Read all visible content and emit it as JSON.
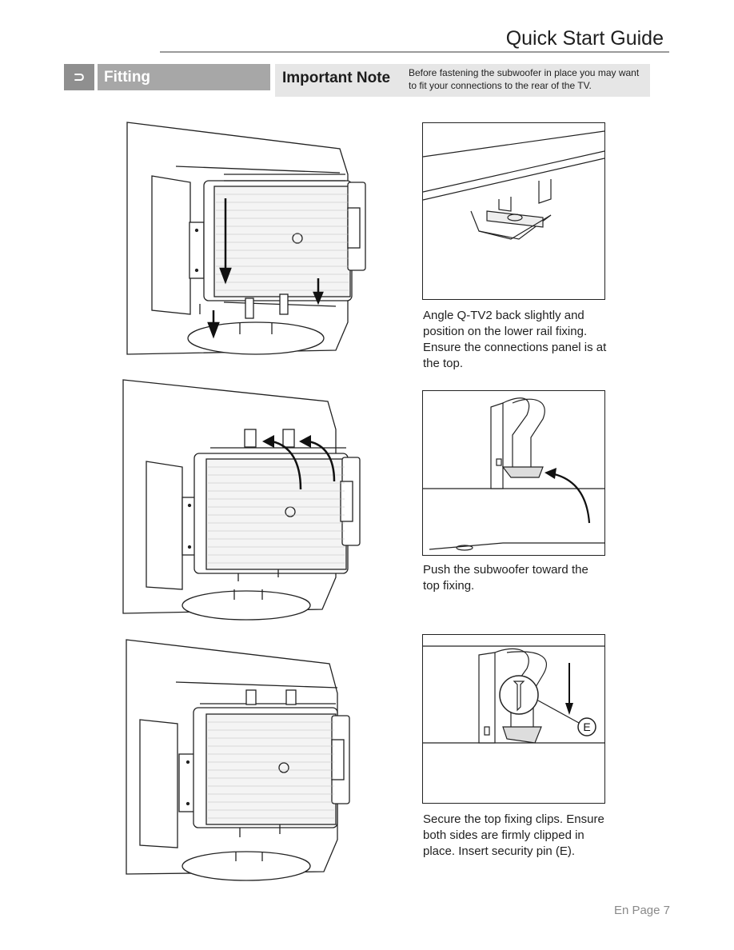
{
  "header": {
    "title": "Quick Start Guide"
  },
  "section": {
    "icon": "arrow-icon",
    "icon_glyph": "⊃",
    "label": "Fitting"
  },
  "note": {
    "title": "Important Note",
    "text": "Before fastening the subwoofer in place you may want to fit your connections to the rear of the TV."
  },
  "steps": [
    {
      "text": "Angle Q-TV2 back slightly and position on the lower rail fixing. Ensure the connections panel is at the top."
    },
    {
      "text": "Push the subwoofer toward the top fixing."
    },
    {
      "text": "Secure the top fixing clips. Ensure both sides are firmly clipped in place. Insert security pin (E)."
    }
  ],
  "callout": {
    "label": "E"
  },
  "footer": {
    "page": "En Page 7"
  }
}
